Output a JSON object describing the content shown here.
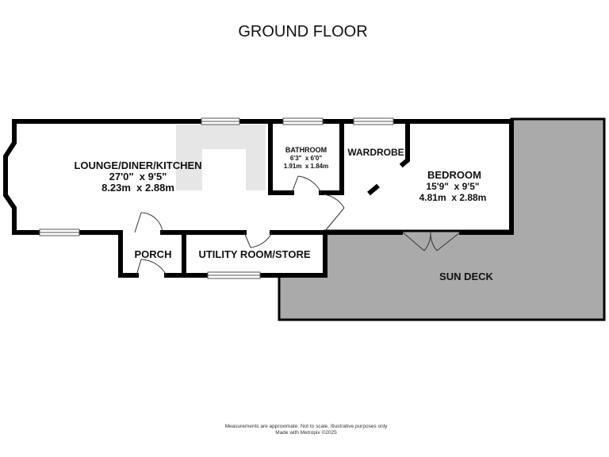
{
  "title": "GROUND FLOOR",
  "rooms": {
    "lounge": {
      "name": "LOUNGE/DINER/KITCHEN",
      "imperial": "27'0\"  x 9'5\"",
      "metric": "8.23m  x 2.88m"
    },
    "bathroom": {
      "name": "BATHROOM",
      "imperial": "6'3\"  x 6'0\"",
      "metric": "1.91m  x 1.84m"
    },
    "wardrobe": {
      "name": "WARDROBE"
    },
    "bedroom": {
      "name": "BEDROOM",
      "imperial": "15'9\"  x 9'5\"",
      "metric": "4.81m  x 2.88m"
    },
    "porch": {
      "name": "PORCH"
    },
    "utility": {
      "name": "UTILITY ROOM/STORE"
    },
    "sundeck": {
      "name": "SUN DECK"
    }
  },
  "footer": {
    "line1": "Measurements are approximate.  Not to scale.  Illustrative purposes only",
    "line2": "Made with Metropix ©2025"
  },
  "colors": {
    "wall": "#000000",
    "deck": "#aaaaaa",
    "light_grey": "#e6e6e6",
    "background": "#ffffff"
  }
}
